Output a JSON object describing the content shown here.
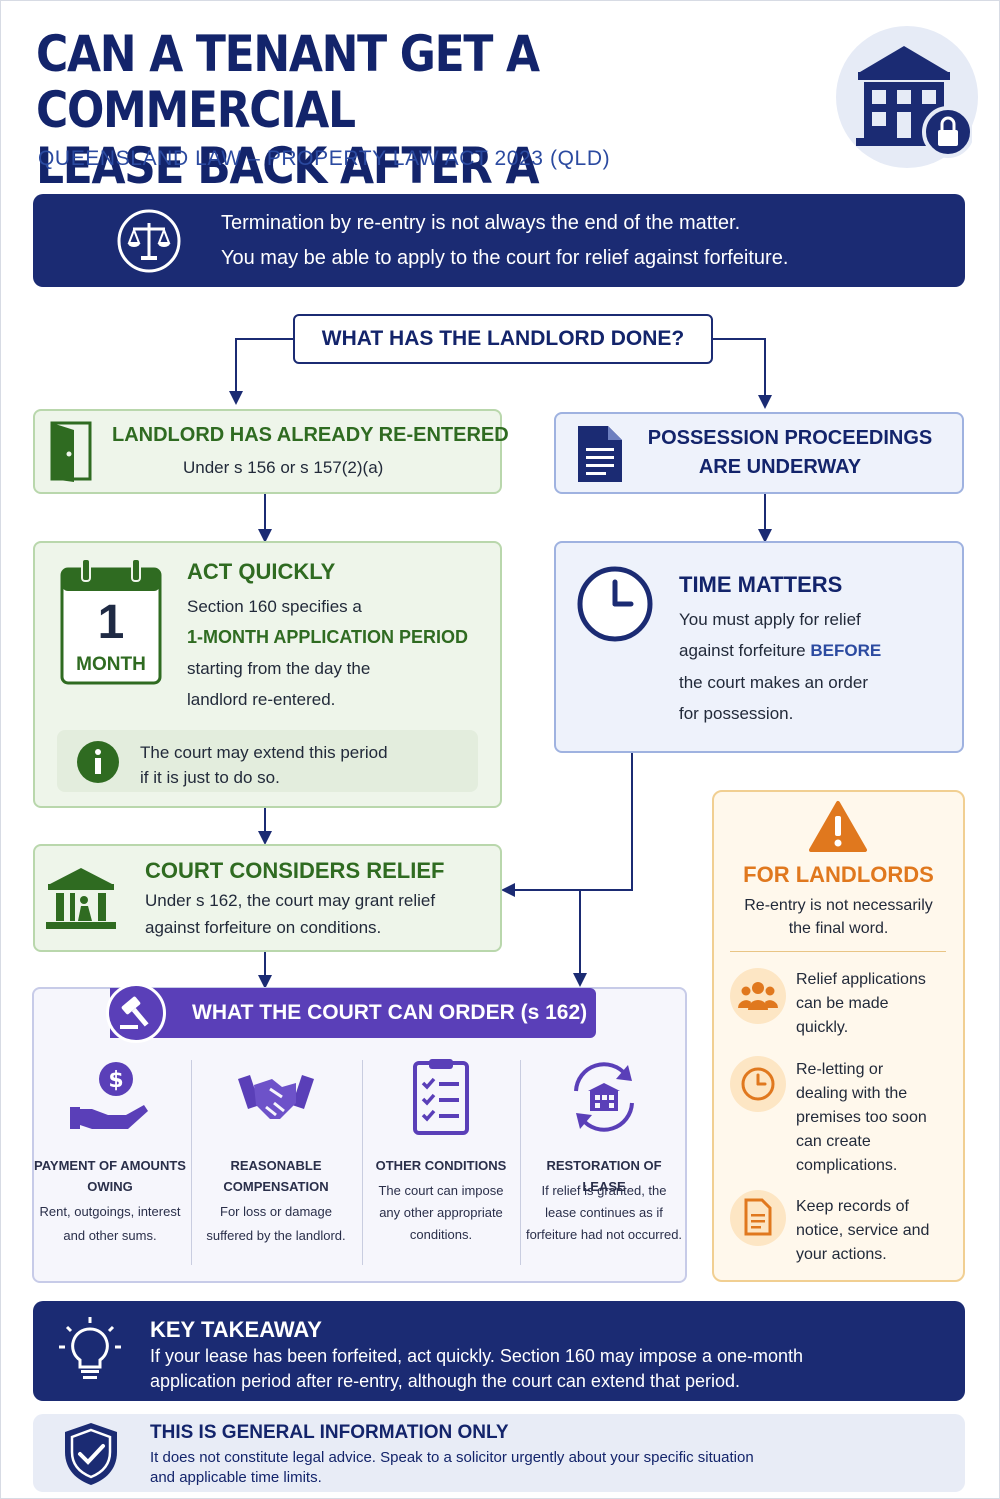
{
  "header": {
    "title_line1": "CAN A TENANT GET A COMMERCIAL",
    "title_line2": "LEASE BACK AFTER A LOCKOUT?",
    "subtitle": "QUEENSLAND LAW – PROPERTY LAW ACT 2023 (QLD)"
  },
  "banner": {
    "line1": "Termination by re-entry is not always the end of the matter.",
    "line2": "You may be able to apply to the court for relief against forfeiture."
  },
  "question": "WHAT HAS THE LANDLORD DONE?",
  "left": {
    "reentered": {
      "title": "LANDLORD HAS ALREADY RE-ENTERED",
      "sub": "Under s 156 or s 157(2)(a)"
    },
    "act": {
      "title": "ACT QUICKLY",
      "cal_number": "1",
      "cal_unit": "MONTH",
      "l1": "Section 160 specifies a",
      "l2": "1-MONTH APPLICATION PERIOD",
      "l3": "starting from the day the",
      "l4": "landlord re-entered.",
      "note1": "The court may extend this period",
      "note2": "if it is just to do so."
    },
    "court": {
      "title": "COURT CONSIDERS RELIEF",
      "l1": "Under s 162, the court may grant relief",
      "l2": "against forfeiture on conditions."
    }
  },
  "right": {
    "possession": {
      "title1": "POSSESSION PROCEEDINGS",
      "title2": "ARE UNDERWAY"
    },
    "time": {
      "title": "TIME MATTERS",
      "l1": "You must apply for relief",
      "l2a": "against forfeiture ",
      "l2b": "BEFORE",
      "l3": "the court makes an order",
      "l4": "for possession."
    }
  },
  "orders": {
    "title": "WHAT THE COURT CAN ORDER (s 162)",
    "items": [
      {
        "t1": "PAYMENT OF AMOUNTS",
        "t2": "OWING",
        "d1": "Rent, outgoings, interest",
        "d2": "and other sums."
      },
      {
        "t1": "REASONABLE",
        "t2": "COMPENSATION",
        "d1": "For loss or damage",
        "d2": "suffered by the landlord."
      },
      {
        "t1": "OTHER CONDITIONS",
        "d1": "The court can impose",
        "d2": "any other appropriate",
        "d3": "conditions."
      },
      {
        "t1": "RESTORATION OF LEASE",
        "d1": "If relief is granted, the",
        "d2": "lease continues as if",
        "d3": "forfeiture had not occurred."
      }
    ]
  },
  "landlords": {
    "title": "FOR LANDLORDS",
    "s1": "Re-entry is not necessarily",
    "s2": "the final word.",
    "items": [
      {
        "l1": "Relief applications",
        "l2": "can be made",
        "l3": "quickly."
      },
      {
        "l1": "Re-letting or",
        "l2": "dealing with the",
        "l3": "premises too soon",
        "l4": "can create",
        "l5": "complications."
      },
      {
        "l1": "Keep records of",
        "l2": "notice, service and",
        "l3": "your actions."
      }
    ]
  },
  "takeaway": {
    "title": "KEY TAKEAWAY",
    "l1": "If your lease has been forfeited, act quickly. Section 160 may impose a one-month",
    "l2": "application period after re-entry, although the court can extend that period."
  },
  "disclaimer": {
    "title": "THIS IS GENERAL INFORMATION ONLY",
    "l1": "It does not constitute legal advice. Speak to a solicitor urgently about your specific situation",
    "l2": "and applicable time limits."
  },
  "colors": {
    "navy": "#1b2b73",
    "green": "#2f6b21",
    "purple": "#5a3fb8",
    "orange": "#e0781e"
  }
}
